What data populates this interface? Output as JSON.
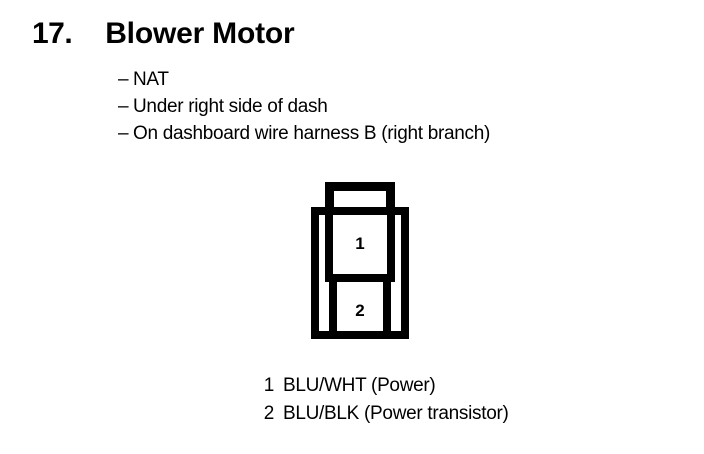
{
  "heading": {
    "number": "17.",
    "title": "Blower Motor"
  },
  "specs": [
    {
      "dash": "–",
      "text": "NAT"
    },
    {
      "dash": "–",
      "text": "Under right side of dash"
    },
    {
      "dash": "–",
      "text": "On dashboard wire harness B (right branch)"
    }
  ],
  "connector": {
    "cavities": [
      {
        "number": "1"
      },
      {
        "number": "2"
      }
    ],
    "outline_color": "#000000",
    "fill_color": "#ffffff"
  },
  "pin_legend": [
    {
      "number": "1",
      "description": "BLU/WHT (Power)"
    },
    {
      "number": "2",
      "description": "BLU/BLK (Power transistor)"
    }
  ]
}
